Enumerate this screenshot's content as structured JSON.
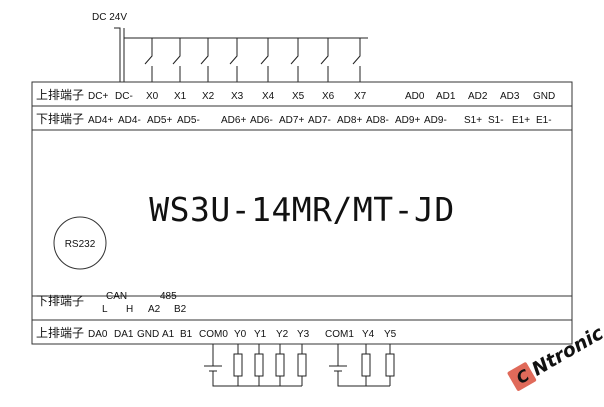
{
  "supply_label": "DC 24V",
  "model_title": "WS3U-14MR/MT-JD",
  "rs232_label": "RS232",
  "top_upper_row": {
    "heading": "上排端子",
    "terminals": [
      "DC+",
      "DC-",
      "X0",
      "X1",
      "X2",
      "X3",
      "X4",
      "X5",
      "X6",
      "X7",
      "AD0",
      "AD1",
      "AD2",
      "AD3",
      "GND"
    ]
  },
  "top_lower_row": {
    "heading": "下排端子",
    "terminals": [
      "AD4+",
      "AD4-",
      "AD5+",
      "AD5-",
      "AD6+",
      "AD6-",
      "AD7+",
      "AD7-",
      "AD8+",
      "AD8-",
      "AD9+",
      "AD9-",
      "S1+",
      "S1-",
      "E1+",
      "E1-"
    ]
  },
  "bottom_lower_row": {
    "heading": "下排端子",
    "can_label": "CAN",
    "rs485_label": "485",
    "terminals": [
      "L",
      "H",
      "A2",
      "B2"
    ]
  },
  "bottom_upper_row": {
    "heading": "上排端子",
    "terminals": [
      "DA0",
      "DA1",
      "GND",
      "A1",
      "B1",
      "COM0",
      "Y0",
      "Y1",
      "Y2",
      "Y3",
      "COM1",
      "Y4",
      "Y5"
    ]
  },
  "watermark": {
    "initial": "C",
    "text": "Ntronic",
    "color": "#e06a5a"
  }
}
